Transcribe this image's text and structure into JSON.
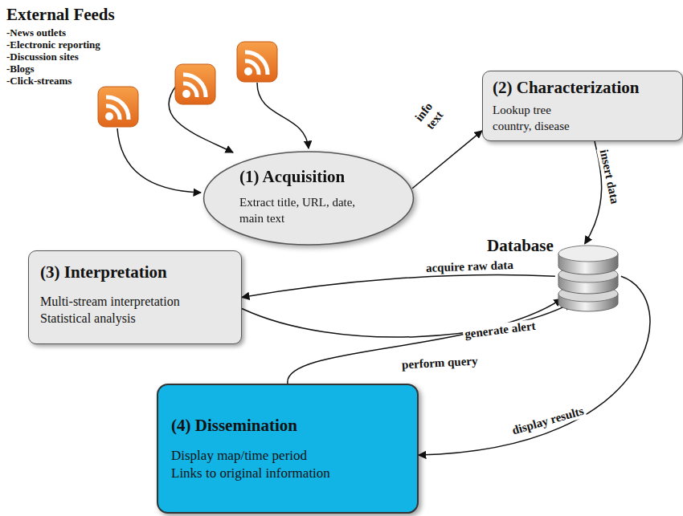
{
  "diagram": {
    "nodes": [
      {
        "text": [
          "(1) Acquisition",
          "Extract title, URL, date, main text"
        ]
      },
      {
        "text": [
          "(2) Characterization",
          "Lookup tree country, disease"
        ]
      },
      {
        "text": [
          "Database"
        ]
      },
      {
        "text": [
          "(3) Interpretation",
          "Multi-stream interpretation Statistical analysis"
        ]
      },
      {
        "text": [
          "(4) Dissemination",
          "Display map/time period Links to original information"
        ]
      }
    ],
    "edges": [
      {
        "from": 0,
        "to": 1,
        "label": "info text",
        "arrow": "to"
      },
      {
        "from": 1,
        "to": 2,
        "label": "insert data",
        "arrow": "to"
      },
      {
        "from": 2,
        "to": 3,
        "label": "acquire raw data",
        "arrow": "to"
      },
      {
        "from": 3,
        "to": 2,
        "label": "generate alert",
        "arrow": "to"
      },
      {
        "from": 4,
        "to": 2,
        "label": "perform query",
        "arrow": "to"
      },
      {
        "from": 2,
        "to": 4,
        "label": "display results",
        "arrow": "to"
      }
    ],
    "labels": [
      "External Feeds",
      "-News outlets",
      "-Electronic reporting",
      "-Discussion sites",
      "-Blogs",
      "-Click-streams"
    ]
  }
}
